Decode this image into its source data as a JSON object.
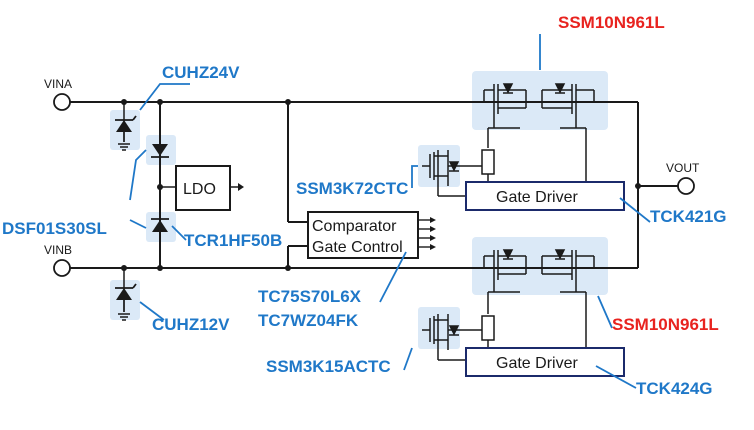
{
  "terminals": {
    "vina": "VINA",
    "vinb": "VINB",
    "vout": "VOUT"
  },
  "blocks": {
    "ldo": "LDO",
    "comparator_line1": "Comparator",
    "comparator_line2": "Gate Control",
    "gate_driver_top": "Gate Driver",
    "gate_driver_bottom": "Gate Driver"
  },
  "parts": {
    "ssm10n961l_top": "SSM10N961L",
    "ssm10n961l_bottom": "SSM10N961L",
    "cuhz24v": "CUHZ24V",
    "cuhz12v": "CUHZ12V",
    "dsf01s30sl": "DSF01S30SL",
    "tcr1hf50b": "TCR1HF50B",
    "ssm3k72ctc": "SSM3K72CTC",
    "ssm3k15actc": "SSM3K15ACTC",
    "tck421g": "TCK421G",
    "tck424g": "TCK424G",
    "tc75s70l6x": "TC75S70L6X",
    "tc7wz04fk": "TC7WZ04FK"
  },
  "colors": {
    "callout_blue": "#1f78c8",
    "highlight_red": "#e8231f",
    "highlight_bg": "#dbe9f7",
    "wire": "#1a1a1a"
  }
}
